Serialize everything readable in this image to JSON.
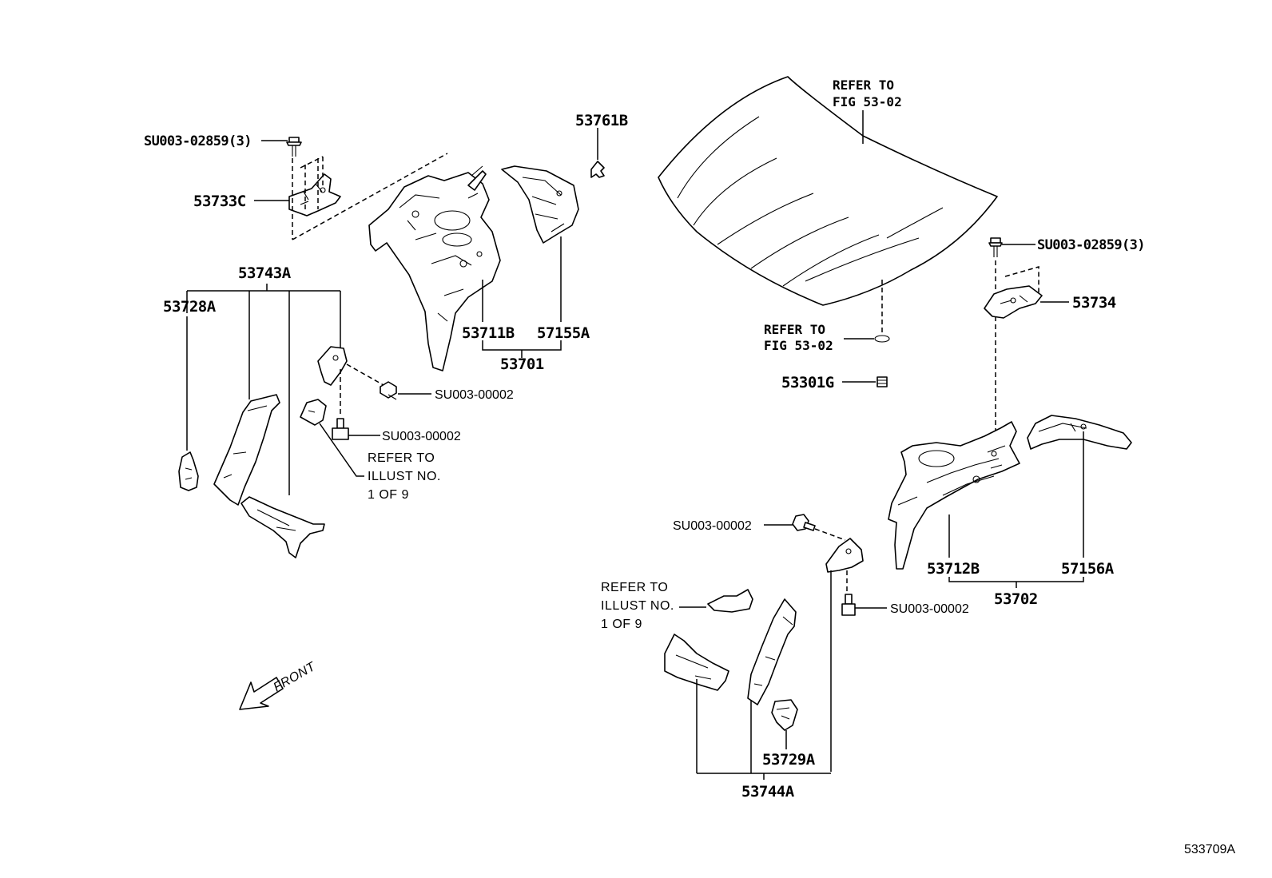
{
  "labels": {
    "su_02859_left": "SU003-02859(3)",
    "p53733C": "53733C",
    "p53743A": "53743A",
    "p53728A": "53728A",
    "su_00002_a": "SU003-00002",
    "su_00002_b": "SU003-00002",
    "refer_illust_left": [
      "REFER TO",
      "ILLUST NO.",
      "1 OF 9"
    ],
    "p53711B": "53711B",
    "p57155A": "57155A",
    "p53701": "53701",
    "p53761B": "53761B",
    "refer_fig_top": [
      "REFER TO",
      "FIG 53-02"
    ],
    "refer_fig_mid": [
      "REFER TO",
      "FIG 53-02"
    ],
    "p53301G": "53301G",
    "su_02859_right": "SU003-02859(3)",
    "p53734": "53734",
    "p53712B": "53712B",
    "p57156A": "57156A",
    "p53702": "53702",
    "su_00002_c": "SU003-00002",
    "su_00002_d": "SU003-00002",
    "refer_illust_right": [
      "REFER TO",
      "ILLUST NO.",
      "1 OF 9"
    ],
    "p53729A": "53729A",
    "p53744A": "53744A",
    "front": "FRONT",
    "diagram_code": "533709A"
  }
}
